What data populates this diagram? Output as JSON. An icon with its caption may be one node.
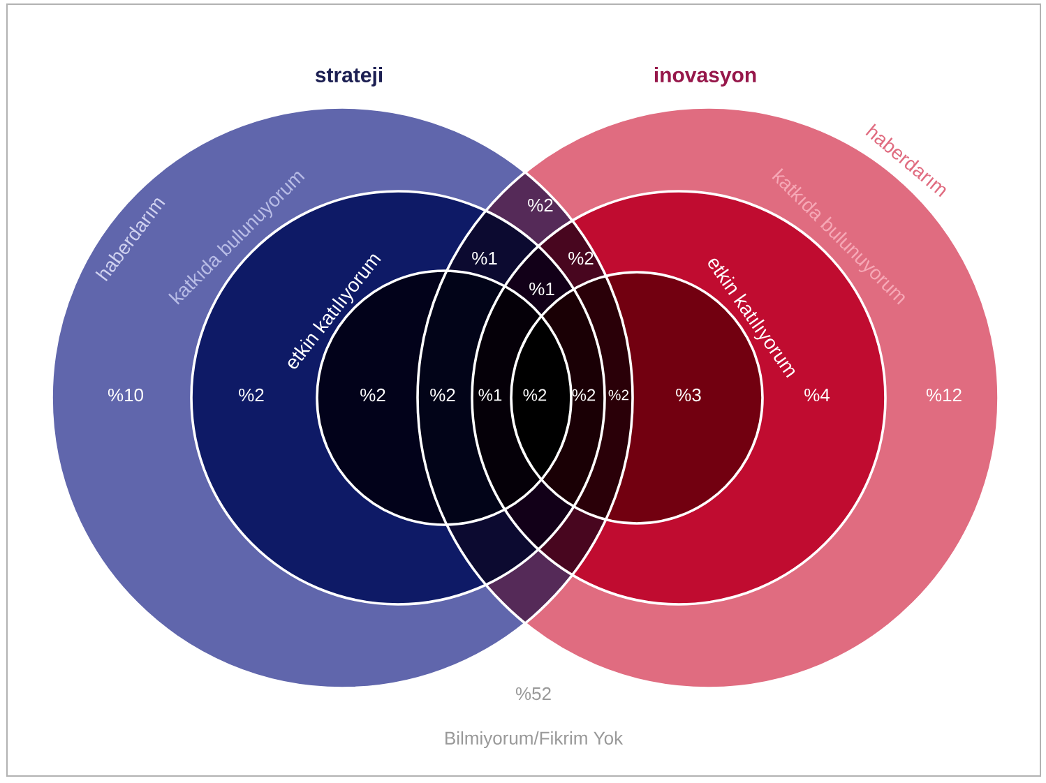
{
  "diagram": {
    "nodes": [
      {
        "text": [],
        "shape": "circle",
        "beside": [
          "haberdarım"
        ]
      },
      {
        "text": [],
        "shape": "circle",
        "beside": [
          "katkıda bulunuyorum"
        ],
        "in": 0
      },
      {
        "text": [],
        "shape": "circle",
        "beside": [
          "etkin katılıyorum"
        ],
        "in": 1
      },
      {
        "text": [],
        "shape": "circle",
        "beside": [
          "haberdarım"
        ]
      },
      {
        "text": [],
        "shape": "circle",
        "beside": [
          "katkıda bulunuyorum"
        ],
        "in": 3
      },
      {
        "text": [],
        "shape": "circle",
        "beside": [
          "etkin katılıyorum"
        ],
        "in": 4
      }
    ],
    "edges": [],
    "labels": [
      "strateji",
      "inovasyon",
      "%2",
      "%1",
      "%2",
      "%1",
      "%10",
      "%2",
      "%2",
      "%2",
      "%1",
      "%2",
      "%2",
      "%2",
      "%3",
      "%4",
      "%12",
      "%52",
      "Bilmiyorum/Fikrim Yok"
    ]
  }
}
